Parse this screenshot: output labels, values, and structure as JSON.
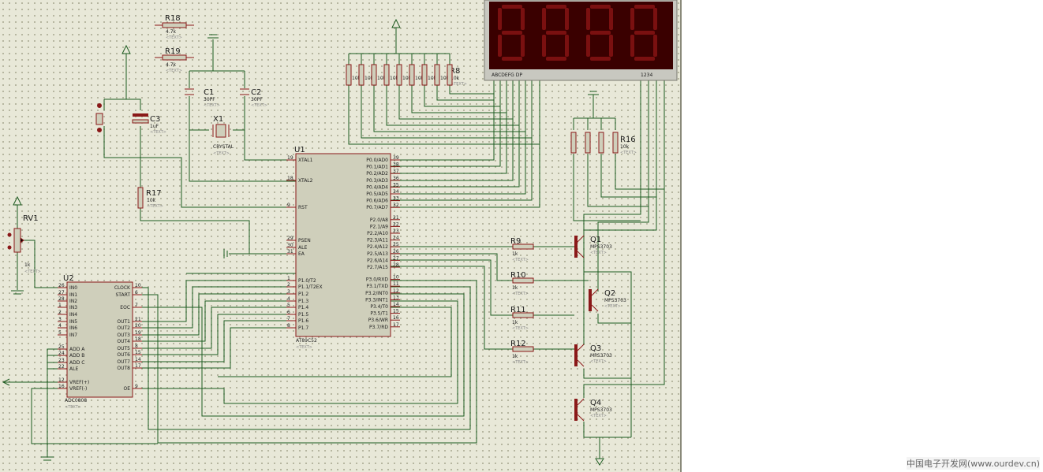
{
  "footer": "中国电子开发网(www.ourdev.cn)",
  "display": {
    "seg_labels": "ABCDEFG  DP",
    "digit_labels": "1234"
  },
  "resistors": [
    {
      "ref": "R18",
      "value": "4.7k",
      "text": "<TEXT>"
    },
    {
      "ref": "R19",
      "value": "4.7k",
      "text": "<TEXT>"
    },
    {
      "ref": "R8",
      "value": "10k",
      "text": "<TEXT>"
    },
    {
      "ref": "R16",
      "value": "10k",
      "text": "<TEXT>"
    },
    {
      "ref": "R17",
      "value": "10k",
      "text": "<TEXT>"
    },
    {
      "ref": "R9",
      "value": "1k",
      "text": "<TEXT>"
    },
    {
      "ref": "R10",
      "value": "1k",
      "text": "<TEXT>"
    },
    {
      "ref": "R11",
      "value": "1k",
      "text": "<TEXT>"
    },
    {
      "ref": "R12",
      "value": "1k",
      "text": "<TEXT>"
    }
  ],
  "caps": [
    {
      "ref": "C1",
      "value": "30PF",
      "text": "<TEXT>"
    },
    {
      "ref": "C2",
      "value": "30PF",
      "text": "<TEXT>"
    },
    {
      "ref": "C3",
      "value": "1uF",
      "text": "<TEXT>"
    }
  ],
  "crystal": {
    "ref": "X1",
    "value": "CRYSTAL",
    "text": "<TEXT>"
  },
  "pot": {
    "ref": "RV1",
    "value": "1k",
    "text": "<TEXT>"
  },
  "transistors": [
    {
      "ref": "Q1",
      "type": "MPS3703",
      "text": "<TEXT>"
    },
    {
      "ref": "Q2",
      "type": "MPS3703",
      "text": "<TEXT>"
    },
    {
      "ref": "Q3",
      "type": "MPS3703",
      "text": "<TEXT>"
    },
    {
      "ref": "Q4",
      "type": "MPS3703",
      "text": "<TEXT>"
    }
  ],
  "u1": {
    "ref": "U1",
    "part": "AT89C52",
    "text": "<TEXT>",
    "left": [
      {
        "pin": "19",
        "name": "XTAL1"
      },
      {
        "pin": "18",
        "name": "XTAL2"
      },
      {
        "pin": "9",
        "name": "RST"
      },
      {
        "pin": "29",
        "name": "PSEN"
      },
      {
        "pin": "30",
        "name": "ALE"
      },
      {
        "pin": "31",
        "name": "EA"
      },
      {
        "pin": "1",
        "name": "P1.0/T2"
      },
      {
        "pin": "2",
        "name": "P1.1/T2EX"
      },
      {
        "pin": "3",
        "name": "P1.2"
      },
      {
        "pin": "4",
        "name": "P1.3"
      },
      {
        "pin": "5",
        "name": "P1.4"
      },
      {
        "pin": "6",
        "name": "P1.5"
      },
      {
        "pin": "7",
        "name": "P1.6"
      },
      {
        "pin": "8",
        "name": "P1.7"
      }
    ],
    "right": [
      {
        "pin": "39",
        "name": "P0.0/AD0"
      },
      {
        "pin": "38",
        "name": "P0.1/AD1"
      },
      {
        "pin": "37",
        "name": "P0.2/AD2"
      },
      {
        "pin": "36",
        "name": "P0.3/AD3"
      },
      {
        "pin": "35",
        "name": "P0.4/AD4"
      },
      {
        "pin": "34",
        "name": "P0.5/AD5"
      },
      {
        "pin": "33",
        "name": "P0.6/AD6"
      },
      {
        "pin": "32",
        "name": "P0.7/AD7"
      },
      {
        "pin": "21",
        "name": "P2.0/A8"
      },
      {
        "pin": "22",
        "name": "P2.1/A9"
      },
      {
        "pin": "23",
        "name": "P2.2/A10"
      },
      {
        "pin": "24",
        "name": "P2.3/A11"
      },
      {
        "pin": "25",
        "name": "P2.4/A12"
      },
      {
        "pin": "26",
        "name": "P2.5/A13"
      },
      {
        "pin": "27",
        "name": "P2.6/A14"
      },
      {
        "pin": "28",
        "name": "P2.7/A15"
      },
      {
        "pin": "10",
        "name": "P3.0/RXD"
      },
      {
        "pin": "11",
        "name": "P3.1/TXD"
      },
      {
        "pin": "12",
        "name": "P3.2/INT0"
      },
      {
        "pin": "13",
        "name": "P3.3/INT1"
      },
      {
        "pin": "14",
        "name": "P3.4/T0"
      },
      {
        "pin": "15",
        "name": "P3.5/T1"
      },
      {
        "pin": "16",
        "name": "P3.6/WR"
      },
      {
        "pin": "17",
        "name": "P3.7/RD"
      }
    ]
  },
  "u2": {
    "ref": "U2",
    "part": "ADC0808",
    "text": "<TEXT>",
    "left": [
      {
        "pin": "26",
        "name": "IN0"
      },
      {
        "pin": "27",
        "name": "IN1"
      },
      {
        "pin": "28",
        "name": "IN2"
      },
      {
        "pin": "1",
        "name": "IN3"
      },
      {
        "pin": "2",
        "name": "IN4"
      },
      {
        "pin": "3",
        "name": "IN5"
      },
      {
        "pin": "4",
        "name": "IN6"
      },
      {
        "pin": "5",
        "name": "IN7"
      },
      {
        "pin": "25",
        "name": "ADD A"
      },
      {
        "pin": "24",
        "name": "ADD B"
      },
      {
        "pin": "23",
        "name": "ADD C"
      },
      {
        "pin": "22",
        "name": "ALE"
      },
      {
        "pin": "12",
        "name": "VREF(+)"
      },
      {
        "pin": "16",
        "name": "VREF(-)"
      }
    ],
    "right": [
      {
        "pin": "10",
        "name": "CLOCK"
      },
      {
        "pin": "6",
        "name": "START"
      },
      {
        "pin": "7",
        "name": "EOC"
      },
      {
        "pin": "21",
        "name": "OUT1"
      },
      {
        "pin": "20",
        "name": "OUT2"
      },
      {
        "pin": "19",
        "name": "OUT3"
      },
      {
        "pin": "18",
        "name": "OUT4"
      },
      {
        "pin": "8",
        "name": "OUT5"
      },
      {
        "pin": "15",
        "name": "OUT6"
      },
      {
        "pin": "14",
        "name": "OUT7"
      },
      {
        "pin": "17",
        "name": "OUT8"
      },
      {
        "pin": "9",
        "name": "OE"
      }
    ]
  }
}
